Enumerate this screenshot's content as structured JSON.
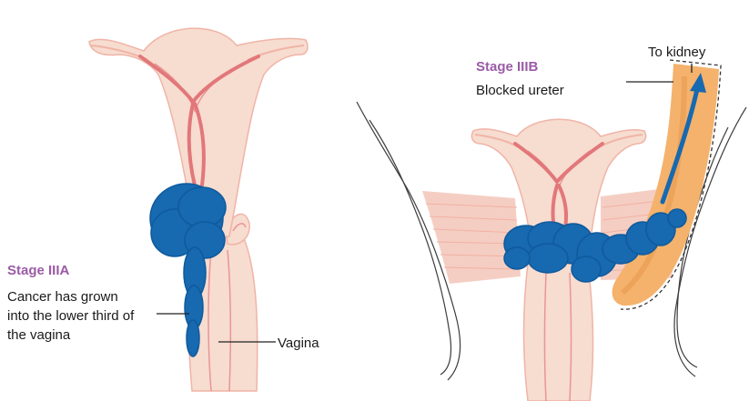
{
  "colors": {
    "tissue": "#f7dcd0",
    "tissue_outline": "#f0b4a6",
    "lining": "#e2777a",
    "tumour": "#1769b0",
    "tumour_edge": "#0f5a9c",
    "muscle": "#f5cec3",
    "muscle_lines": "#f1b1a3",
    "pelvic_outline": "#3c3c3c",
    "ureter": "#f4b26c",
    "ureter_dark": "#e8994c",
    "stage_heading": "#9b5ba6",
    "text": "#1a1a1a"
  },
  "left_panel": {
    "stage": "Stage IIIA",
    "description": "Cancer has grown into the lower third of the vagina",
    "pointer": "Vagina"
  },
  "right_panel": {
    "stage": "Stage IIIB",
    "description": "Blocked ureter",
    "pointer": "To kidney"
  }
}
